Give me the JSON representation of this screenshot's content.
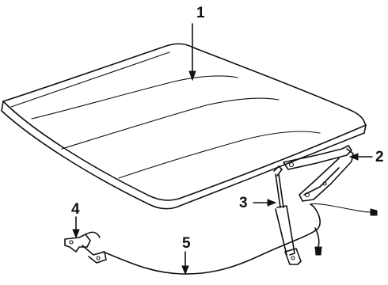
{
  "diagram": {
    "callouts": [
      {
        "number": "1",
        "part": "hood-panel"
      },
      {
        "number": "2",
        "part": "hood-hinge"
      },
      {
        "number": "3",
        "part": "support-strut"
      },
      {
        "number": "4",
        "part": "hood-latch"
      },
      {
        "number": "5",
        "part": "release-cable"
      }
    ]
  }
}
